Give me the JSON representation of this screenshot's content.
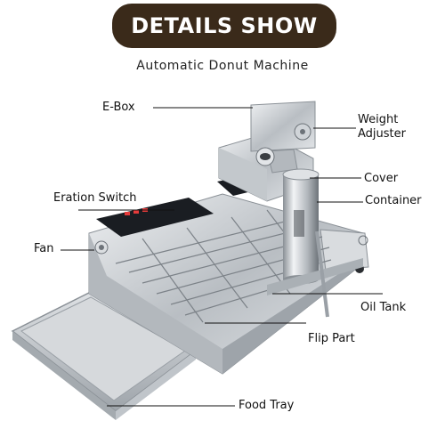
{
  "banner": {
    "title": "DETAILS SHOW"
  },
  "subtitle": "Automatic Donut Machine",
  "labels": {
    "ebox": "E-Box",
    "weight_adjuster": "Weight\nAdjuster",
    "cover": "Cover",
    "container": "Container",
    "eration_switch": "Eration Switch",
    "fan": "Fan",
    "oil_tank": "Oil Tank",
    "flip_part": "Flip Part",
    "food_tray": "Food Tray"
  },
  "colors": {
    "banner_bg": "#3a2a1a",
    "steel": "#c8ccd0",
    "steel_dark": "#8a9096",
    "panel": "#1a1d22"
  }
}
